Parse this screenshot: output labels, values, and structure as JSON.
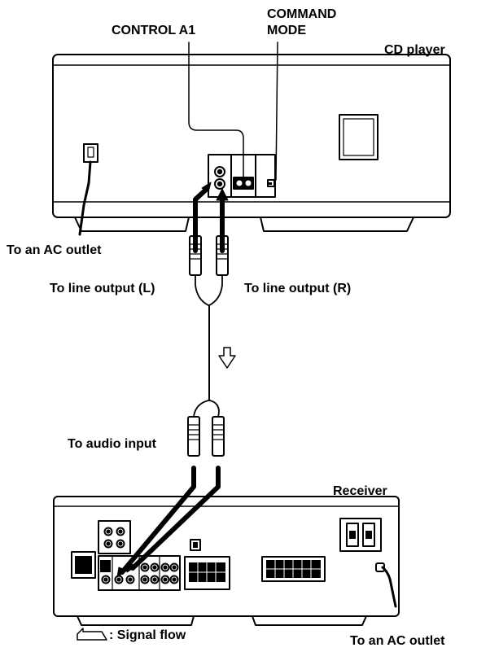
{
  "labels": {
    "control_a1": "CONTROL A1",
    "command_line1": "COMMAND",
    "command_line2": "MODE",
    "cd_player": "CD player",
    "ac_outlet_top": "To an AC outlet",
    "line_output_left": "To line output (L)",
    "line_output_right": "To line output (R)",
    "audio_input": "To audio input",
    "receiver": "Receiver",
    "signal_flow": ": Signal flow",
    "ac_outlet_bottom": "To an AC outlet"
  }
}
